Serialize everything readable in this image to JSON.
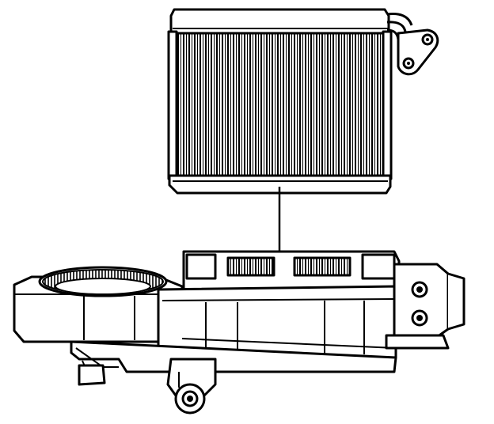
{
  "figure": {
    "subject": "heater-ac-evaporator-core-assembly",
    "components": [
      "evaporator-core",
      "evaporator-inlet-outlet-tube-bracket",
      "hvac-module-housing",
      "blower-motor-wheel",
      "housing-mounting-stud",
      "housing-tube-fitting"
    ],
    "line_color": "#000000",
    "fill_color": "#ffffff"
  }
}
